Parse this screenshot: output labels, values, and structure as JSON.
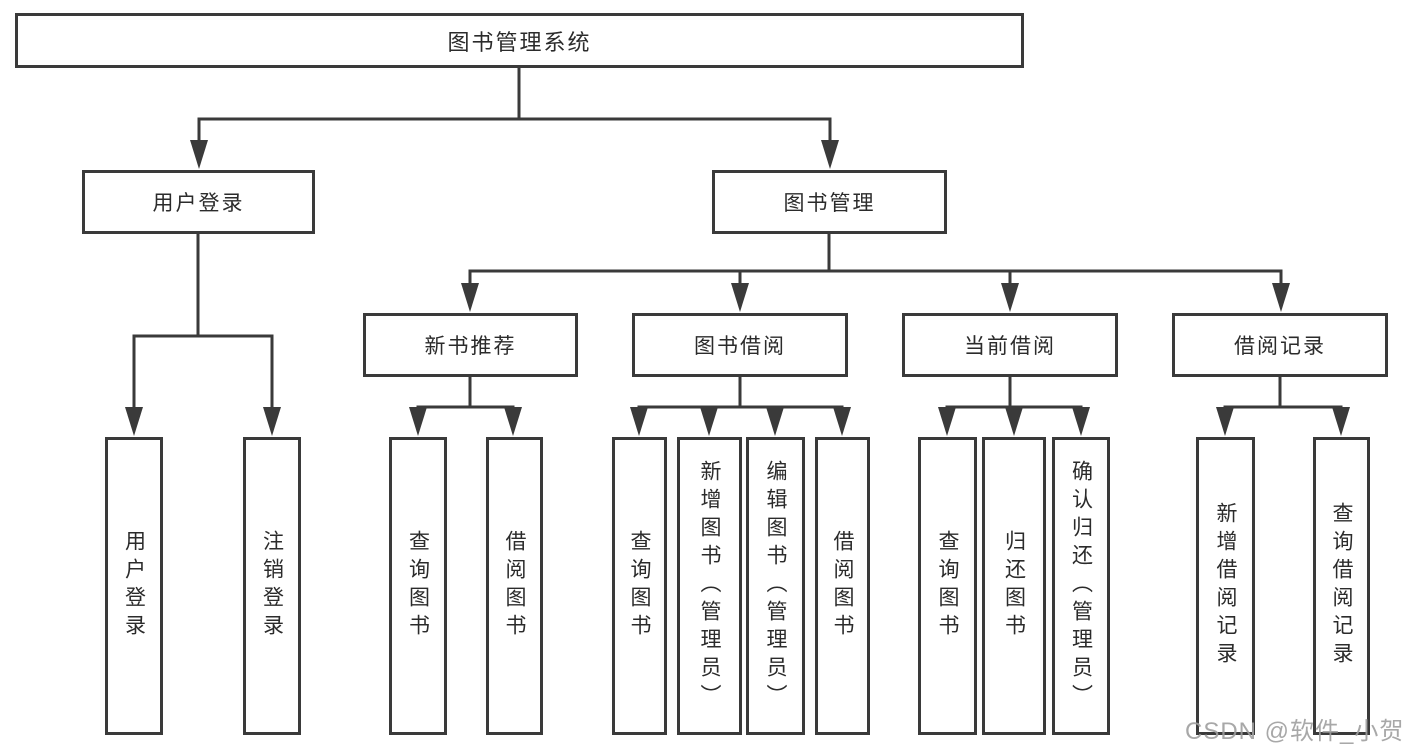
{
  "diagram": {
    "root": {
      "label": "图书管理系统"
    },
    "level2": [
      {
        "label": "用户登录"
      },
      {
        "label": "图书管理"
      }
    ],
    "level3": [
      {
        "label": "新书推荐"
      },
      {
        "label": "图书借阅"
      },
      {
        "label": "当前借阅"
      },
      {
        "label": "借阅记录"
      }
    ],
    "leaves": {
      "user_login": [
        "用户登录",
        "注销登录"
      ],
      "new_book": [
        "查询图书",
        "借阅图书"
      ],
      "book_borrow": [
        "查询图书",
        "新增图书（管理员）",
        "编辑图书（管理员）",
        "借阅图书"
      ],
      "current_borrow": [
        "查询图书",
        "归还图书",
        "确认归还（管理员）"
      ],
      "borrow_records": [
        "新增借阅记录",
        "查询借阅记录"
      ]
    }
  },
  "watermark": {
    "text": "CSDN @软件_小贺同学"
  },
  "colors": {
    "line": "#3a3a3a",
    "text": "#2b2b2b",
    "watermark": "#9e9e9e"
  }
}
